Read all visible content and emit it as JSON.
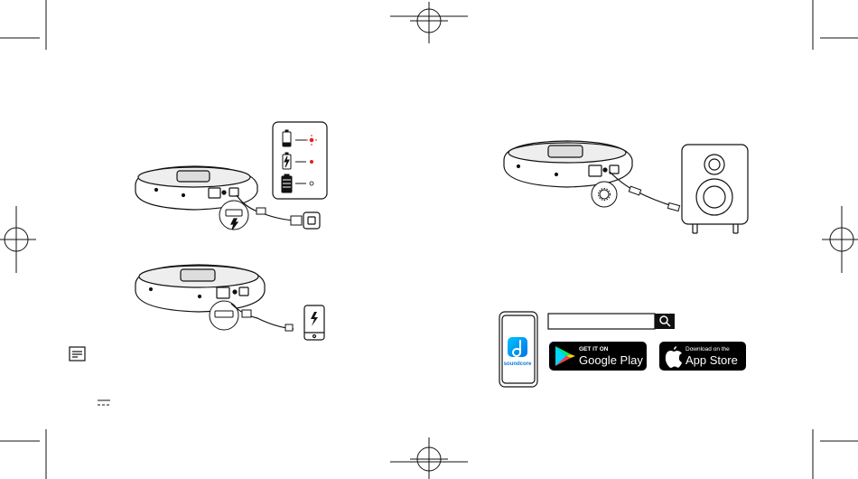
{
  "icons": {
    "crop_mark": "crop-mark-icon",
    "registration_mark": "registration-mark-icon",
    "battery_empty": "battery-empty-icon",
    "battery_charging": "battery-charging-icon",
    "battery_full": "battery-full-icon",
    "lightning": "lightning-icon",
    "note": "note-icon",
    "dc_symbol": "dc-symbol-icon",
    "aux_port": "aux-port-icon",
    "search": "search-icon",
    "soundcore_app": "soundcore-app-icon",
    "google_play": "google-play-icon",
    "apple": "apple-icon"
  },
  "colors": {
    "line": "#111111",
    "led_red": "#e02020",
    "badge_bg": "#000000",
    "badge_text": "#ffffff"
  },
  "app": {
    "name": "soundcore"
  },
  "badges": {
    "google_play_top": "GET IT ON",
    "google_play_bottom": "Google Play",
    "app_store_top": "Download on the",
    "app_store_bottom": "App Store"
  }
}
